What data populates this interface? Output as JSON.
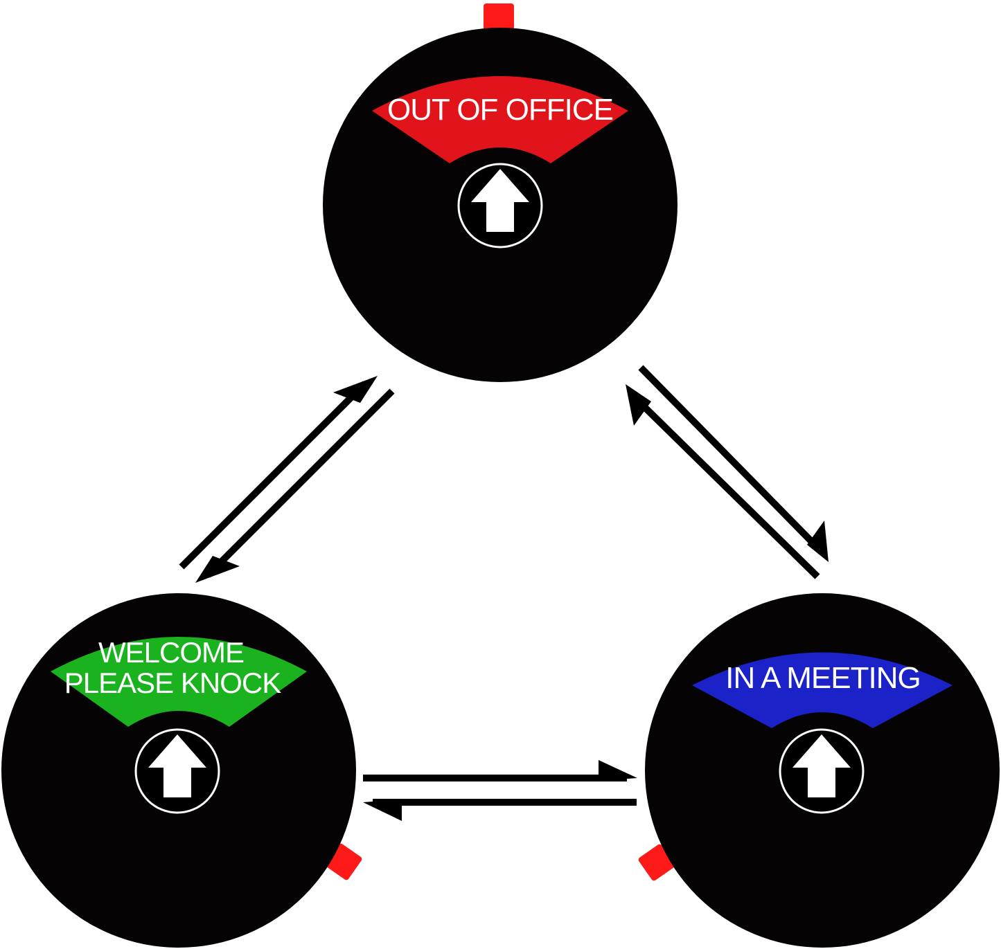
{
  "diagram": {
    "background_color": "#ffffff",
    "signs": [
      {
        "id": "out-of-office",
        "label_lines": [
          "OUT OF OFFICE"
        ],
        "window_color": "#e0141a",
        "arrow_icon": "up-arrow-icon"
      },
      {
        "id": "welcome-please-knock",
        "label_lines": [
          "WELCOME",
          "PLEASE KNOCK"
        ],
        "window_color": "#1bb21f",
        "arrow_icon": "up-arrow-icon"
      },
      {
        "id": "in-a-meeting",
        "label_lines": [
          "IN A MEETING"
        ],
        "window_color": "#1a22c8",
        "arrow_icon": "up-arrow-icon"
      }
    ],
    "colors": {
      "disc": "#050303",
      "tab": "#ff1a1a",
      "connector": "#000000",
      "arrow_glyph": "#ffffff"
    },
    "connections": [
      {
        "from": "welcome-please-knock",
        "to": "out-of-office",
        "bidirectional": true
      },
      {
        "from": "out-of-office",
        "to": "in-a-meeting",
        "bidirectional": true
      },
      {
        "from": "welcome-please-knock",
        "to": "in-a-meeting",
        "bidirectional": true
      }
    ]
  }
}
